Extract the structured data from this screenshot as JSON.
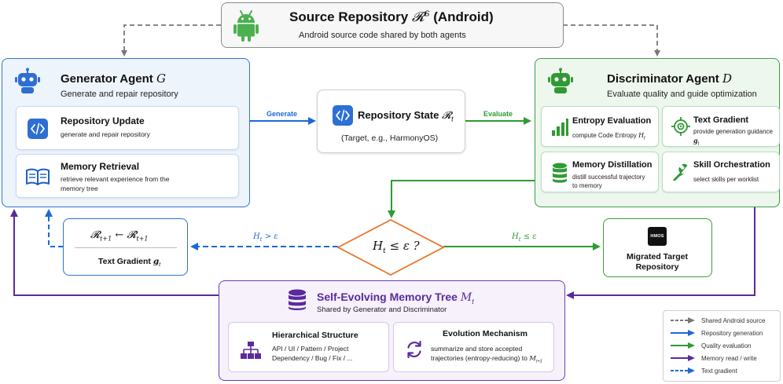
{
  "source": {
    "title_prefix": "Source Repository",
    "title_symbol": "𝓡",
    "title_sup": "S",
    "title_suffix": "(Android)",
    "subtitle": "Android source code shared by both agents",
    "icon": "android-icon"
  },
  "generator": {
    "title": "Generator Agent",
    "title_symbol": "G",
    "subtitle": "Generate and repair repository",
    "cards": [
      {
        "title": "Repository Update",
        "desc": "generate and repair repository",
        "icon": "code-icon"
      },
      {
        "title": "Memory Retrieval",
        "desc": "retrieve relevant experience from the memory tree",
        "icon": "book-icon"
      }
    ]
  },
  "state": {
    "title_prefix": "Repository State",
    "title_symbol": "𝓡",
    "title_sub": "t",
    "subtitle": "(Target, e.g., HarmonyOS)"
  },
  "discriminator": {
    "title": "Discriminator Agent",
    "title_symbol": "D",
    "subtitle": "Evaluate quality and guide optimization",
    "cards": [
      {
        "title": "Entropy Evaluation",
        "desc_prefix": "compute Code Entropy",
        "desc_symbol": "H",
        "desc_sub": "t",
        "icon": "bar-chart-icon"
      },
      {
        "title": "Text Gradient",
        "desc_prefix": "provide generation guidance",
        "desc_symbol": "g",
        "desc_sub": "t",
        "icon": "target-icon"
      },
      {
        "title": "Memory Distillation",
        "desc_prefix": "distill successful trajectory to memory",
        "icon": "database-icon"
      },
      {
        "title": "Skill Orchestration",
        "desc_prefix": "select skills per worklist",
        "icon": "wrench-icon"
      }
    ]
  },
  "edges": {
    "generate": "Generate",
    "evaluate": "Evaluate",
    "fail_cond": "H",
    "fail_sub": "t",
    "fail_rel": " > ε",
    "pass_cond": "H",
    "pass_sub": "t",
    "pass_rel": " ≤ ε"
  },
  "decision": {
    "lhs": "H",
    "lhs_sub": "t",
    "rest": " ≤ ε ?"
  },
  "text_gradient": {
    "lhs": "𝓡",
    "lhs_sub": "t+1",
    "arrow": "←",
    "rhs": "𝓡̂",
    "rhs_sub": "t+1",
    "label": "Text Gradient",
    "label_symbol": "g",
    "label_sub": "t"
  },
  "migrated": {
    "badge": "HMOS",
    "line1": "Migrated Target",
    "line2": "Repository"
  },
  "memory": {
    "title": "Self-Evolving Memory Tree",
    "title_symbol": "M",
    "title_sub": "t",
    "subtitle": "Shared by Generator and Discriminator",
    "cards": [
      {
        "title": "Hierarchical Structure",
        "line1": "API / UI / Pattern / Project",
        "line2": "Dependency / Bug / Fix / ...",
        "icon": "hierarchy-icon"
      },
      {
        "title": "Evolution Mechanism",
        "line1": "summarize and store accepted",
        "line2": "trajectories (entropy-reducing) to",
        "line2_symbol": "M",
        "line2_sub": "t+1",
        "icon": "refresh-icon"
      }
    ]
  },
  "legend": [
    {
      "label": "Shared Android source",
      "color": "#777777",
      "style": "dashed"
    },
    {
      "label": "Repository generation",
      "color": "#1a6ad6",
      "style": "solid"
    },
    {
      "label": "Quality evaluation",
      "color": "#2f9a35",
      "style": "solid"
    },
    {
      "label": "Memory read / write",
      "color": "#5b2a9c",
      "style": "solid"
    },
    {
      "label": "Text gradient",
      "color": "#1a6ad6",
      "style": "dashed"
    }
  ],
  "colors": {
    "blue": "#1a6ad6",
    "green": "#2f9a35",
    "purple": "#5b2a9c",
    "gray": "#777777",
    "orange": "#e8762c"
  }
}
